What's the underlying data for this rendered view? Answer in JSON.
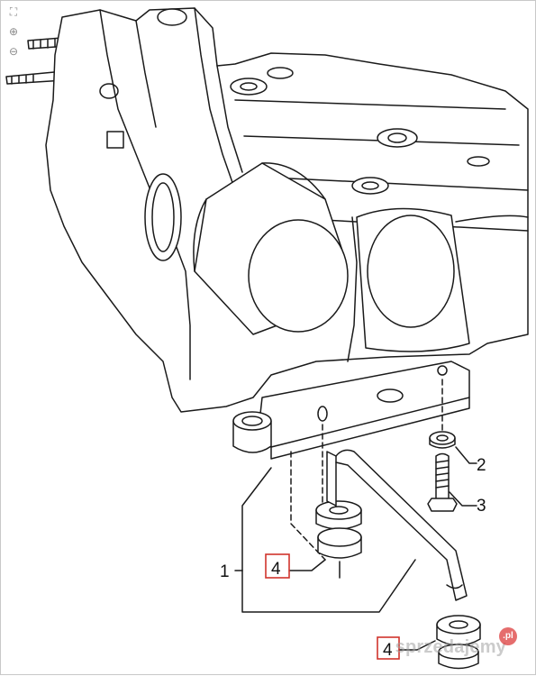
{
  "viewer": {
    "tools": [
      {
        "name": "fit-icon",
        "glyph": "⛶"
      },
      {
        "name": "zoom-in-icon",
        "glyph": "⊕"
      },
      {
        "name": "zoom-out-icon",
        "glyph": "⊖"
      }
    ]
  },
  "callouts": {
    "c1": "1",
    "c2": "2",
    "c3": "3",
    "c4": "4",
    "c4b": "4"
  },
  "watermark": {
    "text": "sprzedajemy",
    "badge": ".pl"
  },
  "colors": {
    "line": "#1a1a1a",
    "highlight": "#d0342c"
  }
}
